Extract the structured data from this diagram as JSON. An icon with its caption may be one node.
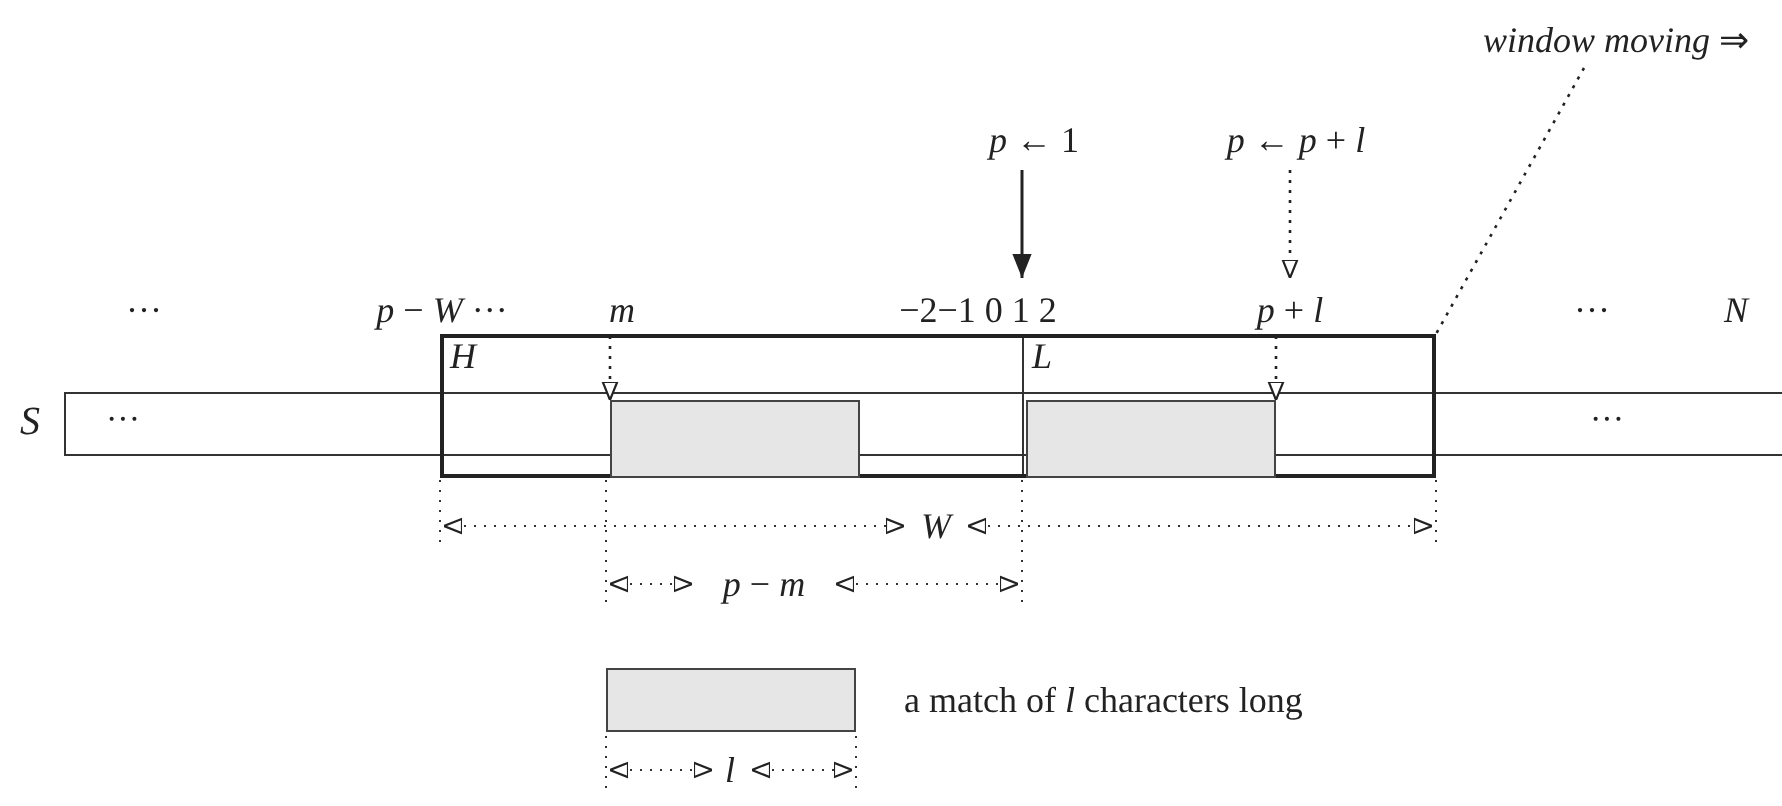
{
  "diagram": {
    "nodes": [
      {
        "text": [
          "*window moving* ⇒"
        ]
      },
      {
        "text": [
          "*p* ← 1"
        ]
      },
      {
        "text": [
          "*p* ← *p* + *l*"
        ]
      },
      {
        "text": [
          "*m*"
        ]
      },
      {
        "text": [
          "*p* + *l*"
        ]
      },
      {
        "text": [
          "*H*",
          "*L*"
        ]
      },
      {
        "text": [],
        "shape": "bar",
        "in": 5
      },
      {
        "text": [],
        "shape": "bar",
        "in": 5
      },
      {
        "text": [
          "···",
          "···"
        ],
        "beside": [
          "*S*"
        ]
      },
      {
        "text": [
          "−2−1 0 1 2"
        ]
      }
    ],
    "edges": [
      {
        "from": 1,
        "to": 9,
        "arrow": "to"
      },
      {
        "from": 2,
        "to": 4,
        "arrow": "to",
        "style": "dashed"
      },
      {
        "from": 4,
        "to": 7,
        "arrow": "to",
        "style": "dashed"
      },
      {
        "from": 3,
        "to": 6,
        "arrow": "to",
        "style": "dashed"
      },
      {
        "from": 0,
        "to": 5,
        "arrow": "none",
        "style": "dashed"
      }
    ],
    "labels": [
      "···",
      "*p* − *W* ···",
      "···",
      "*N*",
      "*W*",
      "*p* − *m*",
      "*l*"
    ],
    "legend": [
      {
        "text": "a match of *l* characters long",
        "color": "#e6e6e6"
      }
    ]
  }
}
